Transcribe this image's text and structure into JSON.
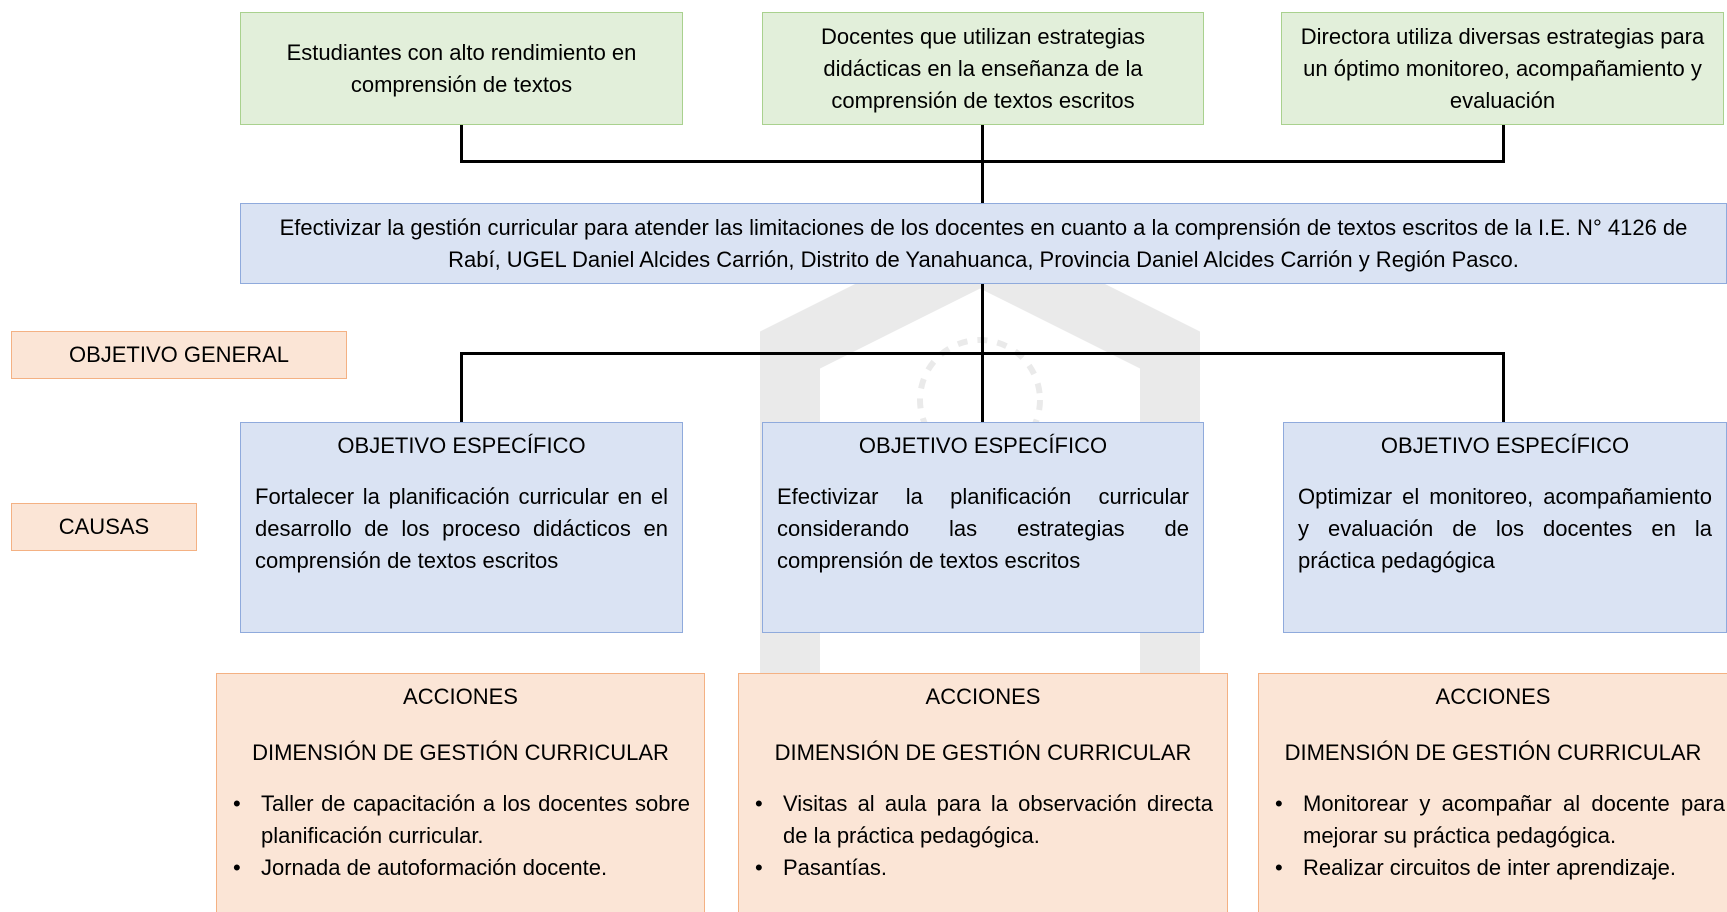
{
  "results": [
    "Estudiantes con alto rendimiento en comprensión de textos",
    "Docentes que utilizan estrategias didácticas en la enseñanza de la comprensión de textos escritos",
    "Directora utiliza diversas estrategias para un óptimo monitoreo, acompañamiento y evaluación"
  ],
  "general_objective": "Efectivizar la gestión curricular para atender las limitaciones de los docentes en cuanto a la comprensión de textos escritos de la I.E. N° 4126 de Rabí, UGEL Daniel Alcides Carrión, Distrito de Yanahuanca, Provincia Daniel Alcides Carrión y Región Pasco.",
  "labels": {
    "general": "OBJETIVO GENERAL",
    "causes": "CAUSAS"
  },
  "specific": [
    {
      "head": "OBJETIVO ESPECÍFICO",
      "body": "Fortalecer la planificación curricular en el desarrollo de los proceso didácticos en comprensión de textos escritos"
    },
    {
      "head": "OBJETIVO ESPECÍFICO",
      "body": "Efectivizar la planificación curricular considerando las estrategias de comprensión de textos escritos"
    },
    {
      "head": "OBJETIVO ESPECÍFICO",
      "body": "Optimizar el monitoreo, acompañamiento y evaluación de los docentes en la práctica pedagógica"
    }
  ],
  "actions": [
    {
      "head": "ACCIONES",
      "sub": "DIMENSIÓN DE GESTIÓN CURRICULAR",
      "items": [
        "Taller de capacitación a los docentes sobre planificación curricular.",
        "Jornada de autoformación docente."
      ]
    },
    {
      "head": "ACCIONES",
      "sub": "DIMENSIÓN DE GESTIÓN CURRICULAR",
      "items": [
        "Visitas al aula para la observación directa de la práctica pedagógica.",
        "Pasantías."
      ]
    },
    {
      "head": "ACCIONES",
      "sub": "DIMENSIÓN DE GESTIÓN CURRICULAR",
      "items": [
        "Monitorear y acompañar al docente para mejorar su práctica pedagógica.",
        "Realizar circuitos de inter aprendizaje."
      ]
    }
  ]
}
